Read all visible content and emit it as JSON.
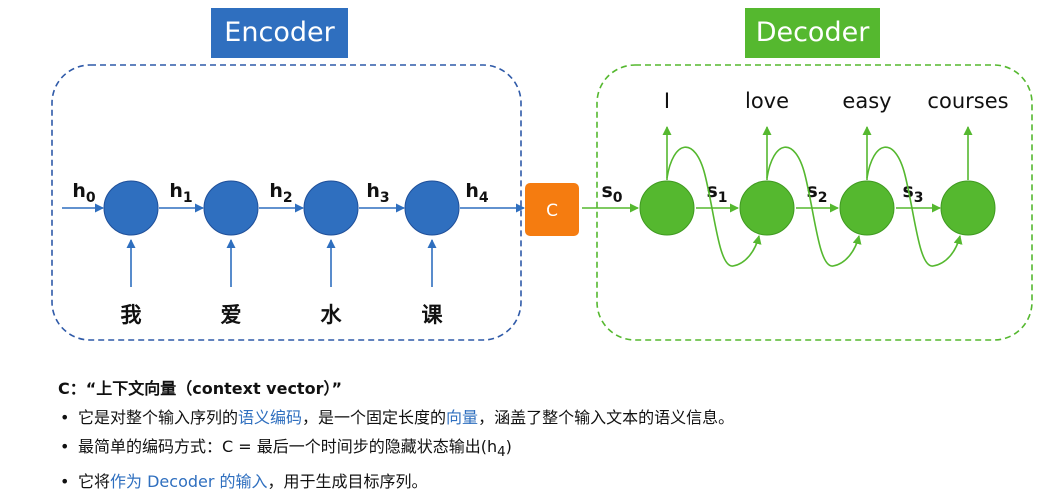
{
  "encoder": {
    "title": "Encoder",
    "color": "#2f6fbf",
    "hidden_states": [
      "h0",
      "h1",
      "h2",
      "h3",
      "h4"
    ],
    "inputs": [
      "我",
      "爱",
      "水",
      "课"
    ]
  },
  "context": {
    "label": "C",
    "color": "#f57c10"
  },
  "decoder": {
    "title": "Decoder",
    "color": "#55b82f",
    "states": [
      "s0",
      "s1",
      "s2",
      "s3"
    ],
    "outputs": [
      "I",
      "love",
      "easy",
      "courses"
    ]
  },
  "notes": {
    "heading": "C：“上下文向量（context vector）”",
    "bullets": [
      [
        {
          "t": "它是对整个输入序列的"
        },
        {
          "t": "语义编码",
          "hl": true
        },
        {
          "t": "，是一个固定长度的"
        },
        {
          "t": "向量",
          "hl": true
        },
        {
          "t": "，涵盖了整个输入文本的语义信息。"
        }
      ],
      [
        {
          "t": "最简单的编码方式：C = 最后一个时间步的隐藏状态输出(h"
        },
        {
          "t": "4",
          "sub": true
        },
        {
          "t": ")"
        }
      ],
      [
        {
          "t": "它将"
        },
        {
          "t": "作为 Decoder 的输入",
          "hl": true
        },
        {
          "t": "，用于生成目标序列。"
        }
      ]
    ]
  }
}
